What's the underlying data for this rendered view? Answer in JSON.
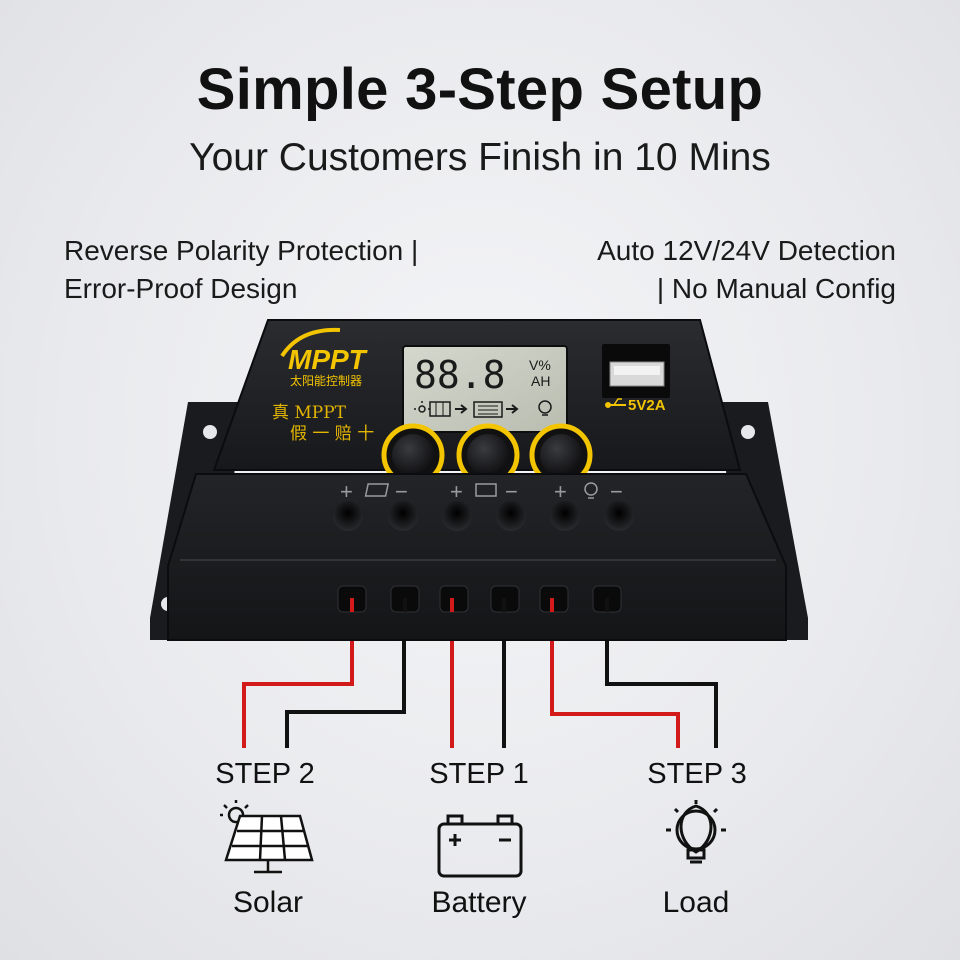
{
  "header": {
    "title": "Simple 3-Step Setup",
    "subtitle": "Your Customers Finish in 10 Mins"
  },
  "features": {
    "left_line1": "Reverse Polarity Protection |",
    "left_line2": "Error-Proof Design",
    "right_line1": "Auto 12V/24V Detection",
    "right_line2": "| No Manual Config"
  },
  "device": {
    "brand": "MPPT",
    "brand_sub": "太阳能控制器",
    "slogan_line1": "真 MPPT",
    "slogan_line2": "假 一 赔 十",
    "lcd_digits": "88.8",
    "lcd_unit_top": "V%",
    "lcd_unit_bottom": "AH",
    "usb_label": "5V2A",
    "plus_sign": "+",
    "minus_sign": "−"
  },
  "steps": [
    {
      "label": "STEP 2",
      "name": "Solar",
      "icon": "solar-panel-icon"
    },
    {
      "label": "STEP 1",
      "name": "Battery",
      "icon": "battery-icon"
    },
    {
      "label": "STEP 3",
      "name": "Load",
      "icon": "light-bulb-icon"
    }
  ],
  "colors": {
    "accent_yellow": "#f3c400",
    "wire_red": "#d21a1a",
    "wire_black": "#111111",
    "device_body": "#1e1f22",
    "lcd_bg": "#c9cdc0"
  }
}
